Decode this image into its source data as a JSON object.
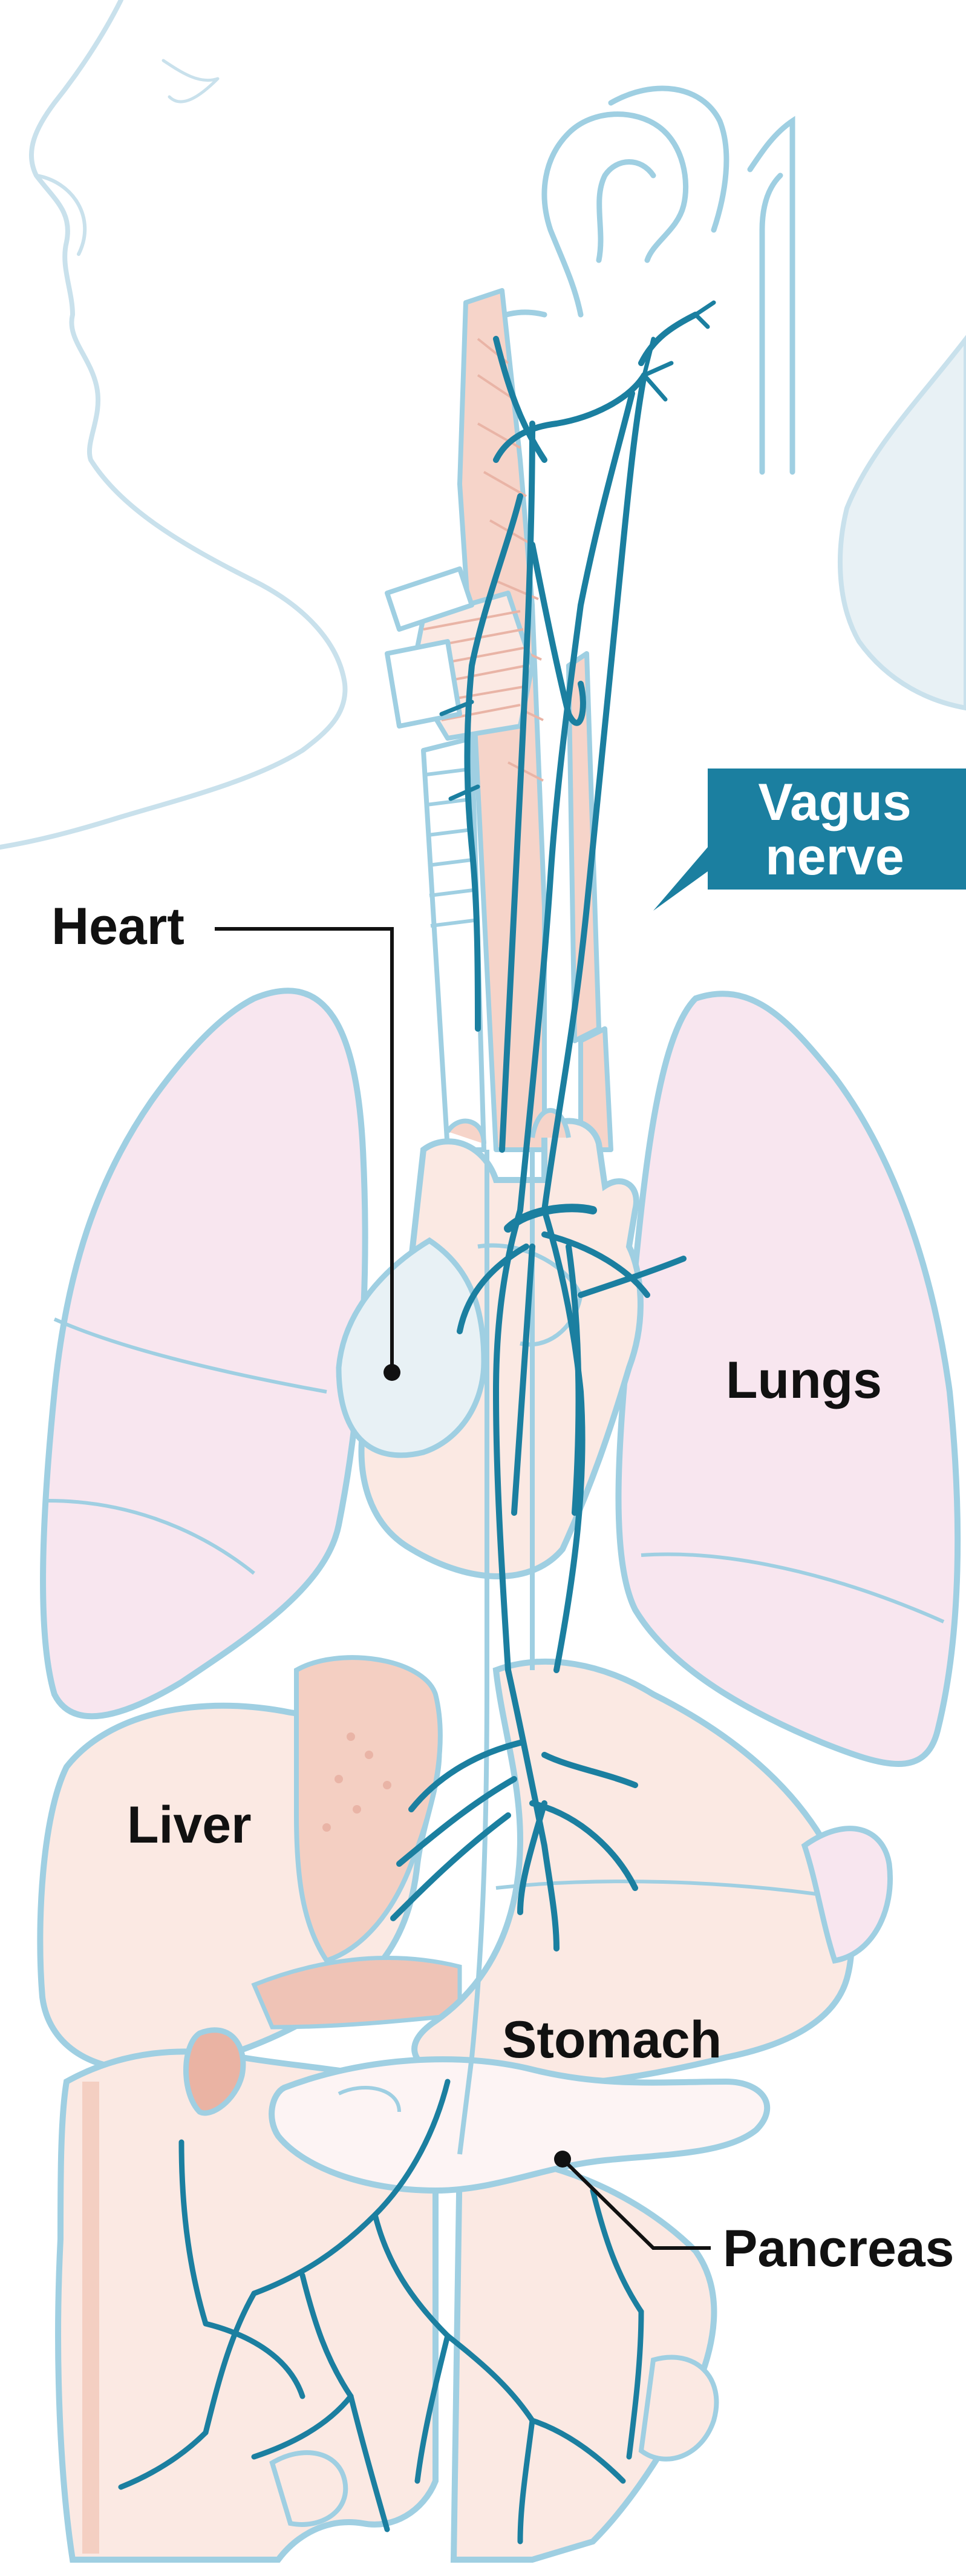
{
  "labels": {
    "vagus_line1": "Vagus",
    "vagus_line2": "nerve",
    "heart": "Heart",
    "lungs": "Lungs",
    "liver": "Liver",
    "stomach": "Stomach",
    "pancreas": "Pancreas"
  },
  "colors": {
    "nerve": "#1b7fa0",
    "outline": "#9fcfe2",
    "callout": "#1b7fa0",
    "lung_fill": "#f8e6ef",
    "organ_fill": "#fbe9e3",
    "organ_dark": "#efc3b6",
    "heart_fill": "#e8f1f5",
    "muscle": "#f0c9bd",
    "head_outline": "#c9e1ec",
    "head_fill": "#e8f1f5",
    "text": "#111111",
    "leader": "#111111"
  }
}
